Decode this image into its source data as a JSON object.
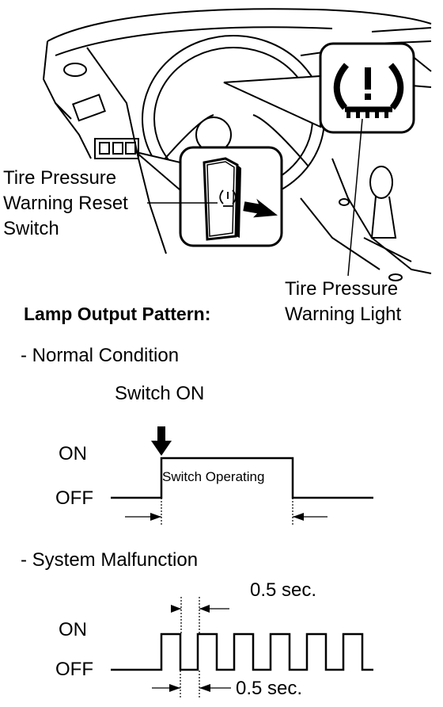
{
  "illustration": {
    "reset_switch_label": [
      "Tire Pressure",
      "Warning Reset",
      "Switch"
    ],
    "warning_light_label": [
      "Tire Pressure",
      "Warning Light"
    ],
    "warning_light_icon": "tire-pressure-warning-icon",
    "reset_switch_icon": "tire-reset-switch-icon"
  },
  "pattern": {
    "heading": "Lamp Output Pattern:",
    "normal": {
      "title": "- Normal Condition",
      "switch_label": "Switch ON",
      "on_label": "ON",
      "off_label": "OFF",
      "pulse_label": "Switch Operating"
    },
    "malfunction": {
      "title": "- System Malfunction",
      "on_label": "ON",
      "off_label": "OFF",
      "pulse_width_label": "0.5 sec.",
      "gap_width_label": "0.5 sec.",
      "pulse_count": 6
    }
  }
}
